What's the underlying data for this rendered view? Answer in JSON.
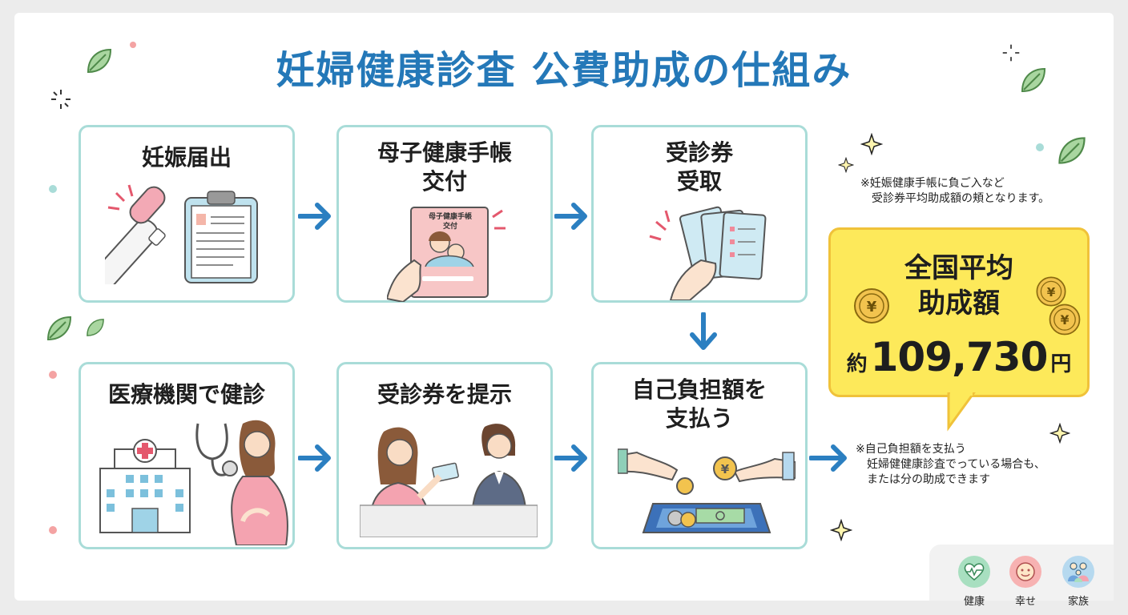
{
  "title": "妊婦健康診査 公費助成の仕組み",
  "steps": [
    {
      "label": "妊娠届出"
    },
    {
      "label": "母子健康手帳\n交付",
      "booklet_title": "母子健康手帳\n交付"
    },
    {
      "label": "受診券\n受取"
    },
    {
      "label": "医療機関で健診"
    },
    {
      "label": "受診券を提示"
    },
    {
      "label": "自己負担額を\n支払う"
    }
  ],
  "note_top": "※妊娠健康手帳に負ご入など\n　受診券平均助成額の頬となります。",
  "note_bottom": "※自己負担額を支払う\n　妊婦健健康診査でっている場合も、\n　または分の助成できます",
  "highlight": {
    "title": "全国平均\n助成額",
    "prefix": "約",
    "amount": "109,730",
    "suffix": "円",
    "coin_symbol": "¥"
  },
  "badges": [
    {
      "label": "健康",
      "icon": "heart-pulse-icon",
      "color": "#a8dfc0"
    },
    {
      "label": "幸せ",
      "icon": "smile-icon",
      "color": "#f7b2b2"
    },
    {
      "label": "家族",
      "icon": "family-icon",
      "color": "#b6d9ef"
    }
  ],
  "colors": {
    "accent": "#2478b8",
    "card_border": "#a9dcd8",
    "bubble": "#fde95a",
    "arrow": "#2b7fc1"
  }
}
